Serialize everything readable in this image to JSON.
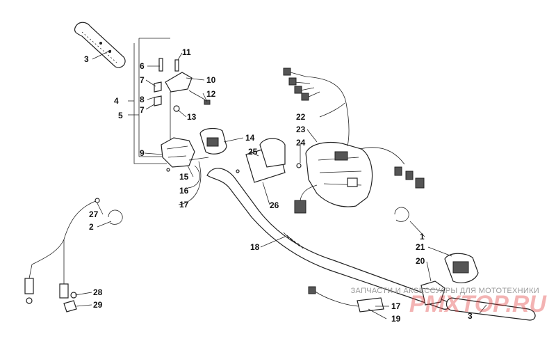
{
  "callouts": [
    {
      "id": "c1",
      "text": "1"
    },
    {
      "id": "c2",
      "text": "2"
    },
    {
      "id": "c3a",
      "text": "3"
    },
    {
      "id": "c3b",
      "text": "3"
    },
    {
      "id": "c4",
      "text": "4"
    },
    {
      "id": "c5",
      "text": "5"
    },
    {
      "id": "c6",
      "text": "6"
    },
    {
      "id": "c7a",
      "text": "7"
    },
    {
      "id": "c7b",
      "text": "7"
    },
    {
      "id": "c8",
      "text": "8"
    },
    {
      "id": "c9",
      "text": "9"
    },
    {
      "id": "c10",
      "text": "10"
    },
    {
      "id": "c11",
      "text": "11"
    },
    {
      "id": "c12",
      "text": "12"
    },
    {
      "id": "c13",
      "text": "13"
    },
    {
      "id": "c14",
      "text": "14"
    },
    {
      "id": "c15",
      "text": "15"
    },
    {
      "id": "c16",
      "text": "16"
    },
    {
      "id": "c17a",
      "text": "17"
    },
    {
      "id": "c17b",
      "text": "17"
    },
    {
      "id": "c18",
      "text": "18"
    },
    {
      "id": "c19",
      "text": "19"
    },
    {
      "id": "c20",
      "text": "20"
    },
    {
      "id": "c21",
      "text": "21"
    },
    {
      "id": "c22",
      "text": "22"
    },
    {
      "id": "c23",
      "text": "23"
    },
    {
      "id": "c24",
      "text": "24"
    },
    {
      "id": "c25",
      "text": "25"
    },
    {
      "id": "c26",
      "text": "26"
    },
    {
      "id": "c27",
      "text": "27"
    },
    {
      "id": "c28",
      "text": "28"
    },
    {
      "id": "c29",
      "text": "29"
    }
  ],
  "watermark": {
    "text": "ЗАПЧАСТИ И АКСЕССУАРЫ ДЛЯ МОТОТЕХНИКИ",
    "logo": "PMXTOP.RU"
  },
  "colors": {
    "ink": "#222222",
    "watermark_text": "#9a9a9a",
    "watermark_logo": "#e23a3a"
  }
}
